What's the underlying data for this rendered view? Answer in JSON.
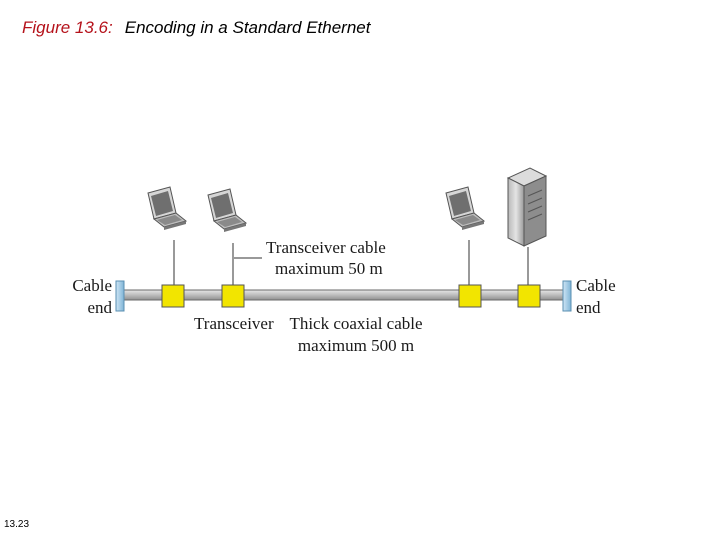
{
  "title": {
    "figure_label": "Figure 13.6:",
    "text": "Encoding in a Standard Ethernet"
  },
  "slide_number": "13.23",
  "diagram": {
    "labels": {
      "cable_end_left_line1": "Cable",
      "cable_end_left_line2": "end",
      "cable_end_right_line1": "Cable",
      "cable_end_right_line2": "end",
      "transceiver_cable_line1": "Transceiver cable",
      "transceiver_cable_line2": "maximum 50 m",
      "transceiver": "Transceiver",
      "coax_line1": "Thick coaxial cable",
      "coax_line2": "maximum 500 m"
    },
    "stations": [
      {
        "type": "laptop"
      },
      {
        "type": "laptop"
      },
      {
        "type": "laptop"
      },
      {
        "type": "server"
      }
    ],
    "colors": {
      "transceiver_fill": "#f2e500",
      "cable_end_fill": "#a9cfe6",
      "coax_fill": "#c9c9c9",
      "title_accent": "#b5121b"
    }
  }
}
